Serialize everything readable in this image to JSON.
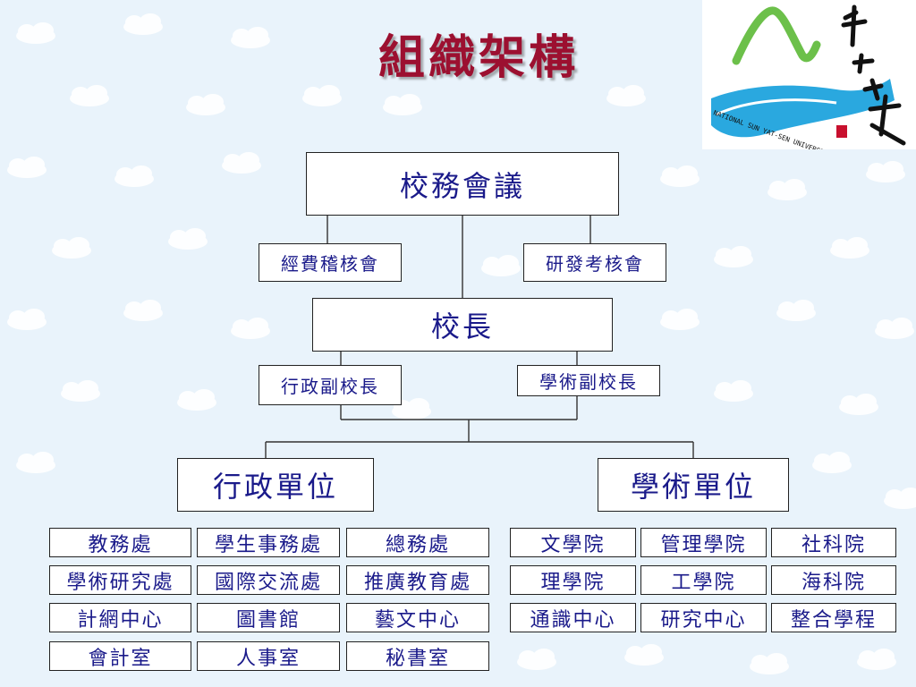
{
  "title": "組織架構",
  "logo": {
    "name_characters": "中山大學",
    "english_name": "NATIONAL SUN YAT-SEN UNIVERSITY"
  },
  "colors": {
    "title": "#9c1030",
    "box_text": "#1a1a8a",
    "background": "#e9f3fb",
    "logo_river": "#2aa8df",
    "logo_mountain": "#6cc04a"
  },
  "nodes": {
    "council": "校務會議",
    "budget_committee": "經費稽核會",
    "rd_committee": "研發考核會",
    "president": "校長",
    "vp_admin": "行政副校長",
    "vp_academic": "學術副校長",
    "admin_units": "行政單位",
    "academic_units": "學術單位"
  },
  "admin_list": [
    [
      "教務處",
      "學生事務處",
      "總務處"
    ],
    [
      "學術研究處",
      "國際交流處",
      "推廣教育處"
    ],
    [
      "計網中心",
      "圖書館",
      "藝文中心"
    ],
    [
      "會計室",
      "人事室",
      "秘書室"
    ]
  ],
  "academic_list": [
    [
      "文學院",
      "管理學院",
      "社科院"
    ],
    [
      "理學院",
      "工學院",
      "海科院"
    ],
    [
      "通識中心",
      "研究中心",
      "整合學程"
    ]
  ]
}
